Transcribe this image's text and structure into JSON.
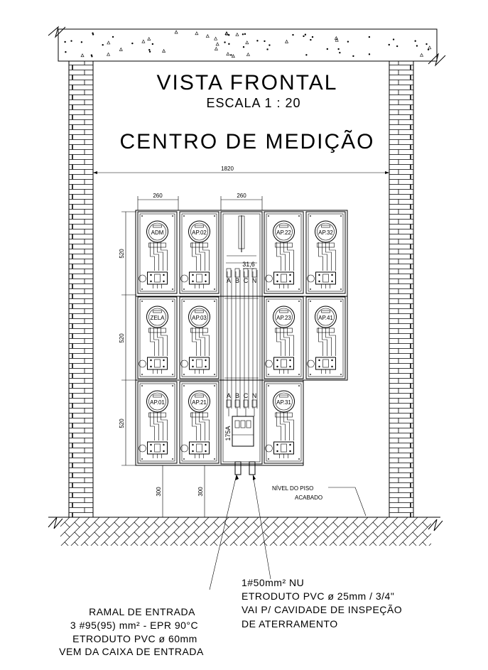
{
  "drawing": {
    "title": "VISTA FRONTAL",
    "scale": "ESCALA 1 : 20",
    "subtitle": "CENTRO DE MEDIÇÃO"
  },
  "dimensions": {
    "total_width": "1820",
    "module_width_left": "260",
    "module_width_center": "260",
    "module_height_row1": "520",
    "module_height_row2": "520",
    "module_height_row3": "520",
    "height_floor_left": "300",
    "height_floor_right": "300",
    "bar_spacing": "31,6",
    "breaker_rating": "175A"
  },
  "meters": {
    "row1": [
      "ADM",
      "AP.02",
      "AP.22",
      "AP.32"
    ],
    "row2": [
      "ZELA",
      "AP.03",
      "AP.23",
      "AP.41"
    ],
    "row3": [
      "AP.01",
      "AP.21",
      "AP.31"
    ]
  },
  "phases": [
    "A",
    "B",
    "C",
    "N"
  ],
  "floor_label": [
    "NÍVEL DO PISO",
    "ACABADO"
  ],
  "notes": {
    "ground": [
      "1#50mm² NU",
      "ETRODUTO PVC ø 25mm / 3/4\"",
      "VAI P/ CAVIDADE DE INSPEÇÃO",
      "DE ATERRAMENTO"
    ],
    "entry": [
      "RAMAL DE ENTRADA",
      "3 #95(95) mm² - EPR 90°C",
      "ETRODUTO PVC ø 60mm",
      "VEM DA CAIXA DE ENTRADA"
    ]
  }
}
